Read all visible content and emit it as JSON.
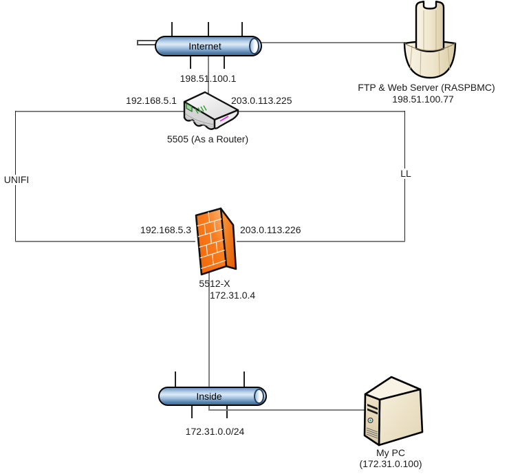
{
  "diagram": {
    "internet": {
      "label": "Internet",
      "ip": "198.51.100.1"
    },
    "router": {
      "name": "5505 (As a Router)",
      "left_ip": "192.168.5.1",
      "right_ip": "203.0.113.225"
    },
    "server": {
      "name": "FTP & Web Server (RASPBMC)",
      "ip": "198.51.100.77"
    },
    "link_left": {
      "label": "UNIFI"
    },
    "link_right": {
      "label": "LL"
    },
    "firewall": {
      "name": "5512-X",
      "left_ip": "192.168.5.3",
      "right_ip": "203.0.113.226",
      "below_ip": "172.31.0.4"
    },
    "inside": {
      "label": "Inside",
      "subnet": "172.31.0.0/24"
    },
    "pc": {
      "name": "My PC",
      "ip": "(172.31.0.100)"
    },
    "colors": {
      "connector_gray": "#7f7f7f",
      "segment_blue": "#4a7ab0",
      "firewall_orange": "#f26a08",
      "device_beige": "#efe6cf",
      "router_gray": "#d9d9d9"
    }
  }
}
